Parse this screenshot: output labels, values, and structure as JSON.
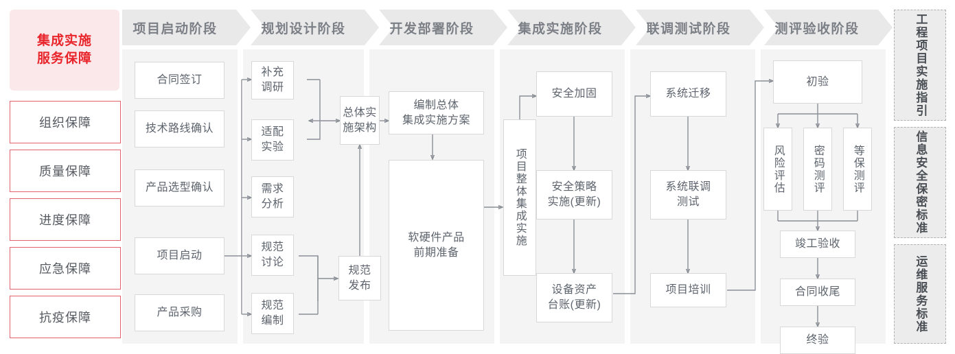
{
  "left_panel": {
    "brand": "集成实施\n服务保障",
    "brand_line1": "集成实施",
    "brand_line2": "服务保障",
    "items": [
      {
        "label": "组织保障"
      },
      {
        "label": "质量保障"
      },
      {
        "label": "进度保障"
      },
      {
        "label": "应急保障"
      },
      {
        "label": "抗疫保障"
      }
    ],
    "accent_color": "#e8252b",
    "brand_bg": "#fbe8ea",
    "item_border": "#e2636d"
  },
  "phases": [
    {
      "title": "项目启动阶段"
    },
    {
      "title": "规划设计阶段"
    },
    {
      "title": "开发部署阶段"
    },
    {
      "title": "集成实施阶段"
    },
    {
      "title": "联调测试阶段"
    },
    {
      "title": "测评验收阶段"
    }
  ],
  "nodes": {
    "p1": [
      {
        "label": "合同签订"
      },
      {
        "label": "技术路线确认"
      },
      {
        "label": "产品选型确认"
      },
      {
        "label": "项目启动"
      },
      {
        "label": "产品采购"
      }
    ],
    "p2": [
      {
        "label": "补充\n调研",
        "l1": "补充",
        "l2": "调研"
      },
      {
        "label": "适配\n实验",
        "l1": "适配",
        "l2": "实验"
      },
      {
        "label": "需求\n分析",
        "l1": "需求",
        "l2": "分析"
      },
      {
        "label": "规范\n讨论",
        "l1": "规范",
        "l2": "讨论"
      },
      {
        "label": "规范\n编制",
        "l1": "规范",
        "l2": "编制"
      },
      {
        "label": "总体实\n施架构",
        "l1": "总体实",
        "l2": "施架构"
      },
      {
        "label": "规范\n发布",
        "l1": "规范",
        "l2": "发布"
      }
    ],
    "p3": [
      {
        "label": "编制总体\n集成实施方案",
        "l1": "编制总体",
        "l2": "集成实施方案"
      },
      {
        "label": "软硬件产品\n前期准备",
        "l1": "软硬件产品",
        "l2": "前期准备"
      }
    ],
    "p4": [
      {
        "label": "项目整体集成实施"
      },
      {
        "label": "安全加固"
      },
      {
        "label": "安全策略\n实施(更新)",
        "l1": "安全策略",
        "l2": "实施(更新)"
      },
      {
        "label": "设备资产\n台账(更新)",
        "l1": "设备资产",
        "l2": "台账(更新)"
      }
    ],
    "p5": [
      {
        "label": "系统迁移"
      },
      {
        "label": "系统联调\n测试",
        "l1": "系统联调",
        "l2": "测试"
      },
      {
        "label": "项目培训"
      }
    ],
    "p6": [
      {
        "label": "初验"
      },
      {
        "label": "风险评估"
      },
      {
        "label": "密码测评"
      },
      {
        "label": "等保测评"
      },
      {
        "label": "竣工验收"
      },
      {
        "label": "合同收尾"
      },
      {
        "label": "终验"
      }
    ]
  },
  "standards": [
    {
      "label": "工程项目实施指引"
    },
    {
      "label": "信息安全保密标准"
    },
    {
      "label": "运维服务标准"
    }
  ]
}
